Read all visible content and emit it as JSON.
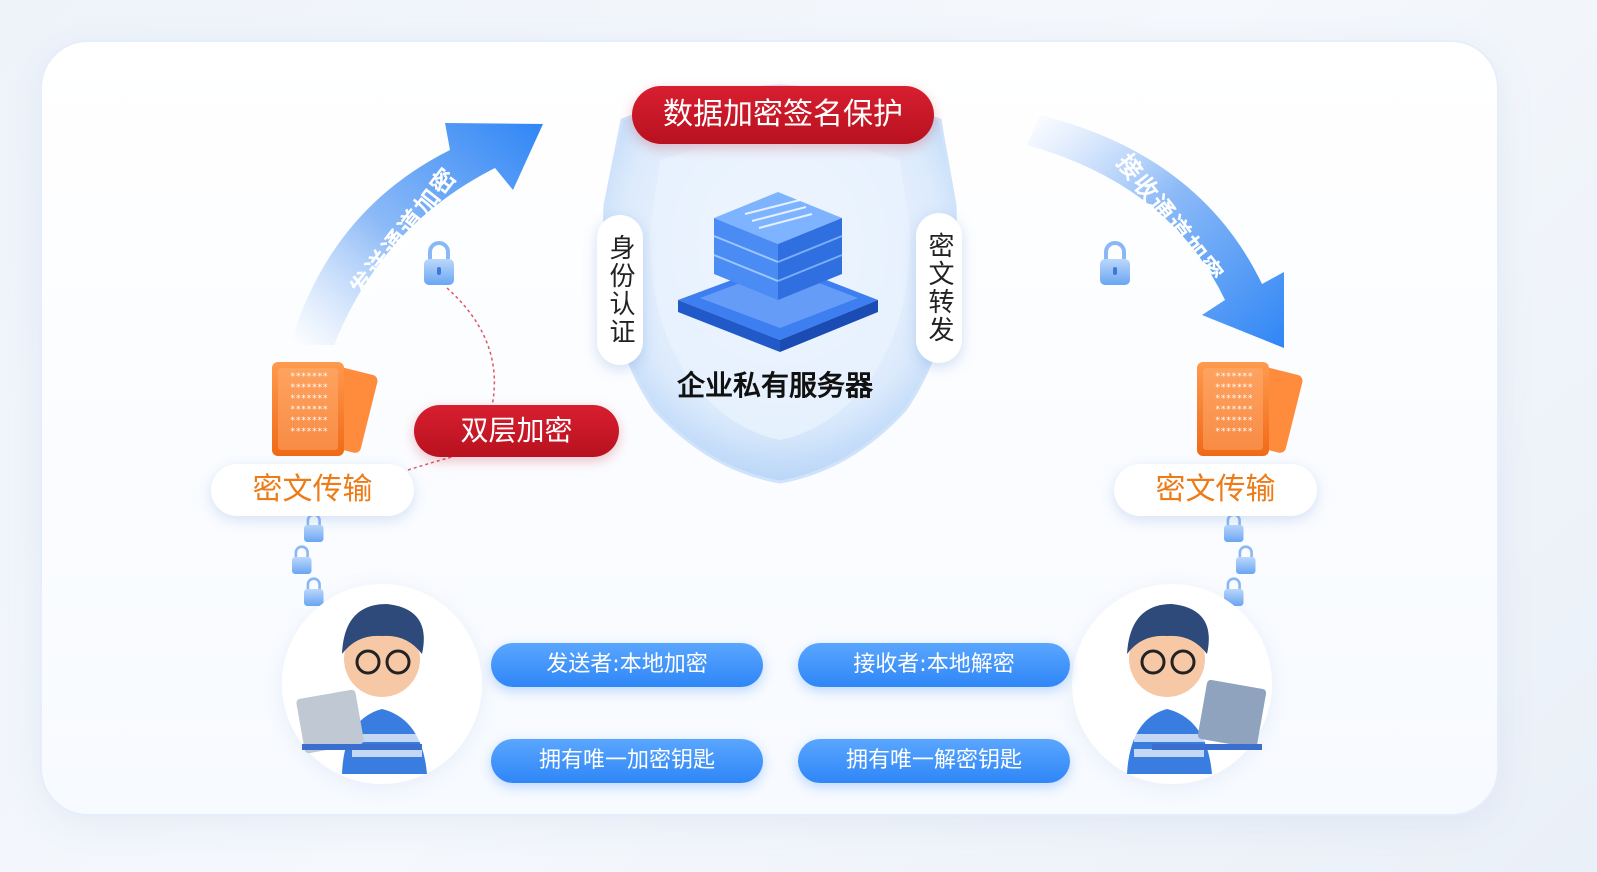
{
  "title": "数据加密签名保护",
  "server": {
    "label": "企业私有服务器",
    "left_pill": "身份认证",
    "right_pill": "密文转发"
  },
  "send_channel": "发送通道加密",
  "receive_channel": "接收通道加密",
  "double_encryption": "双层加密",
  "sender": {
    "transfer_label": "密文传输",
    "action": "发送者:本地加密",
    "key": "拥有唯一加密钥匙"
  },
  "receiver": {
    "transfer_label": "密文传输",
    "action": "接收者:本地解密",
    "key": "拥有唯一解密钥匙"
  },
  "doc_mask": "*******",
  "colors": {
    "title_red": "#c8161f",
    "accent_blue": "#2f86f6",
    "transfer_orange": "#ec7b18"
  }
}
